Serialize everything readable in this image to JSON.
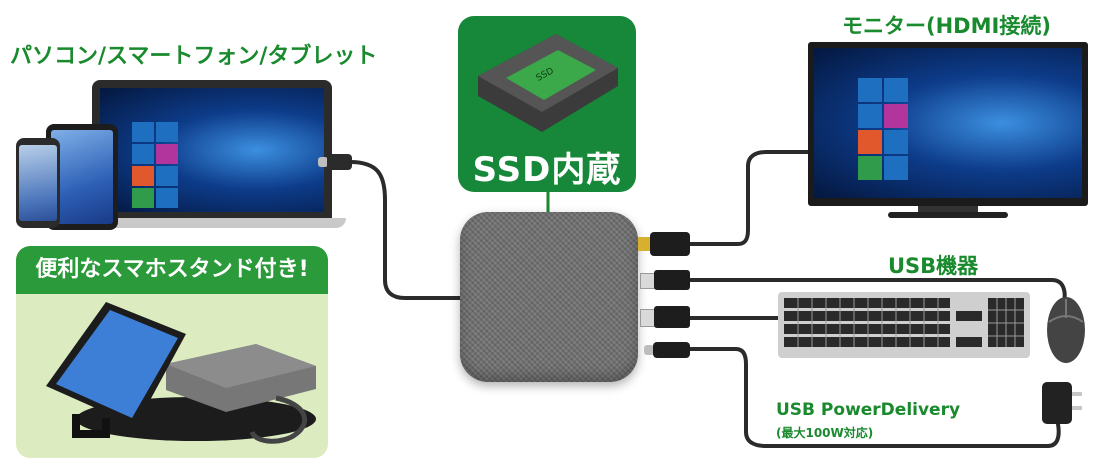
{
  "labels": {
    "devices": "パソコン/スマートフォン/タブレット",
    "monitor": "モニター(HDMI接続)",
    "usb_devices": "USB機器",
    "power_delivery": "USB PowerDelivery",
    "power_delivery_note": "(最大100W対応)",
    "ssd_badge": "SSD内蔵",
    "stand_header": "便利なスマホスタンド付き!",
    "ssd_chip_label": "SSD"
  },
  "colors": {
    "green_text": "#1a8a2e",
    "badge_green": "#17883a",
    "stand_bg": "#dcecc0",
    "stand_header": "#2a9a3a",
    "hub_gray": "#6f6f6f",
    "cable": "#2b2b2b",
    "hdmi_gold": "#d8b030"
  },
  "icons": {
    "laptop": "laptop-icon",
    "phone": "smartphone-icon",
    "tablet": "tablet-icon",
    "monitor": "monitor-icon",
    "keyboard": "keyboard-icon",
    "mouse": "mouse-icon",
    "charger": "power-adapter-icon",
    "ssd": "ssd-icon",
    "hub": "usb-hub-icon",
    "stand": "phone-stand-icon"
  }
}
